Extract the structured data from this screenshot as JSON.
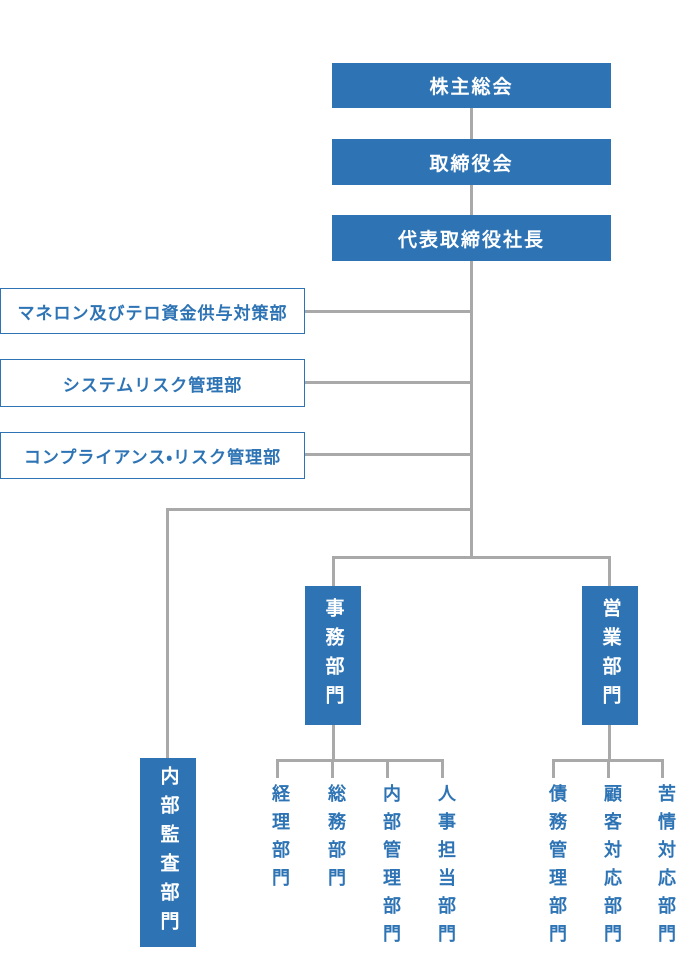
{
  "org": {
    "top_chain": [
      {
        "label": "株主総会"
      },
      {
        "label": "取締役会"
      },
      {
        "label": "代表取締役社長"
      }
    ],
    "staff_departments": [
      {
        "label": "マネロン及びテロ資金供与対策部"
      },
      {
        "label": "システムリスク管理部"
      },
      {
        "label": "コンプライアンス・リスク管理部"
      }
    ],
    "divisions": {
      "admin": {
        "label": "事務部門"
      },
      "sales": {
        "label": "営業部門"
      },
      "audit": {
        "label": "内部監査部門"
      }
    },
    "admin_children": [
      "経理部門",
      "総務部門",
      "内部管理部門",
      "人事担当部門"
    ],
    "sales_children": [
      "債務管理部門",
      "顧客対応部門",
      "苦情対応部門"
    ]
  },
  "colors": {
    "primary_blue": "#2e74b5",
    "line_gray": "#a9a9a9",
    "box_text_white": "#ffffff"
  }
}
